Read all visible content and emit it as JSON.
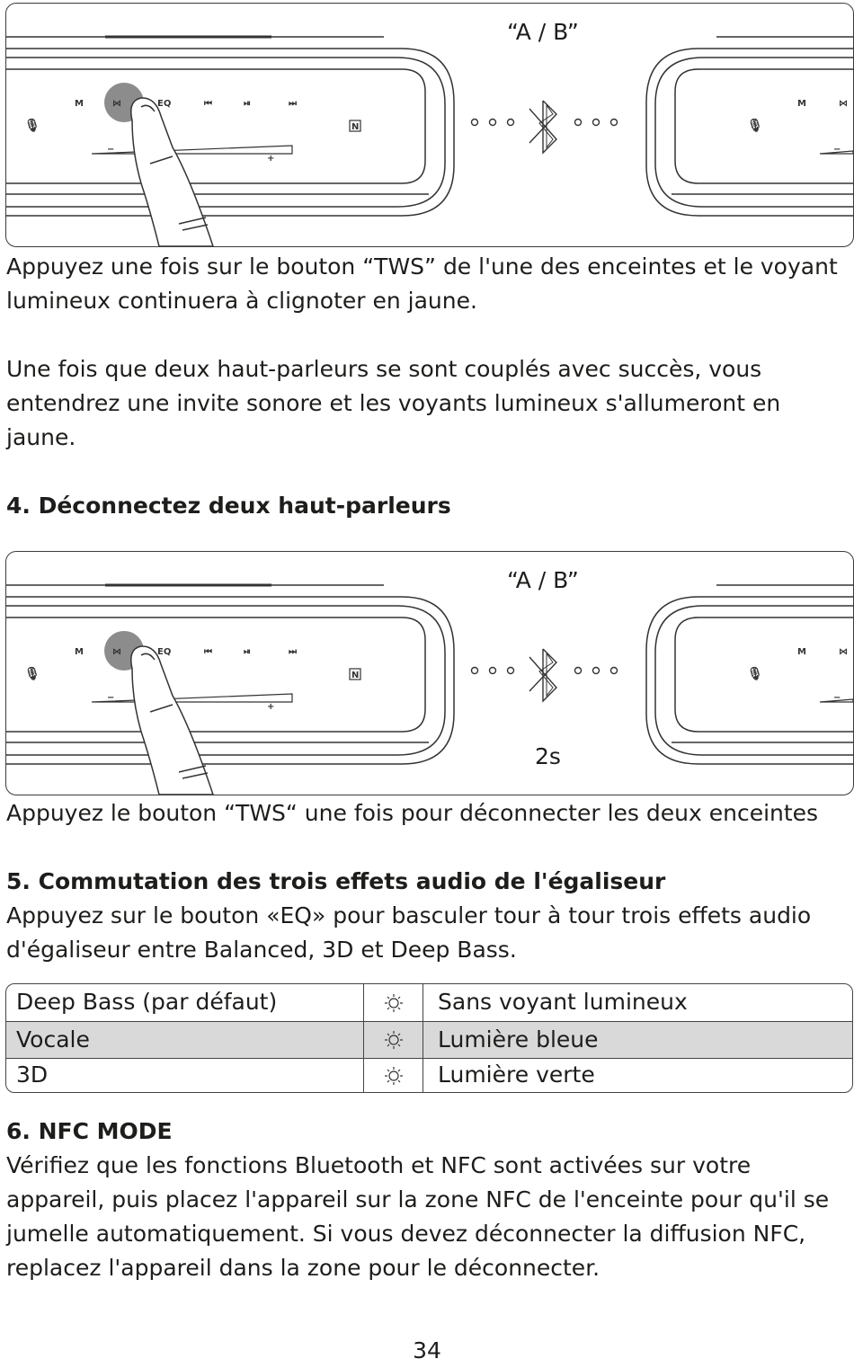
{
  "figure1": {
    "label_ab": "“A / B”"
  },
  "para1": "Appuyez une fois sur le bouton “TWS” de l'une des enceintes et le voyant lumineux continuera à clignoter en jaune.",
  "para2": "Une fois que deux haut-parleurs se sont couplés avec succès, vous entendrez une invite sonore et les voyants lumineux s'allumeront en jaune.",
  "section4": {
    "title": "4. Déconnectez deux haut-parleurs"
  },
  "figure2": {
    "label_ab": "“A / B”",
    "duration": "2s"
  },
  "para3": "Appuyez le bouton “TWS“ une fois pour déconnecter les deux enceintes",
  "section5": {
    "title": "5. Commutation des trois effets audio de l'égaliseur",
    "body": "Appuyez sur le bouton «EQ» pour basculer tour à tour trois effets audio d'égaliseur entre Balanced, 3D et Deep Bass."
  },
  "eq_table": {
    "rows": [
      {
        "mode": "Deep Bass (par défaut)",
        "light": "Sans voyant lumineux",
        "icon": "light-icon"
      },
      {
        "mode": "Vocale",
        "light": "Lumière bleue",
        "icon": "light-icon"
      },
      {
        "mode": "3D",
        "light": "Lumière verte",
        "icon": "light-icon"
      }
    ]
  },
  "section6": {
    "title": "6. NFC MODE",
    "body": "Vérifiez que les fonctions Bluetooth et NFC sont activées sur votre appareil, puis placez l'appareil sur la zone NFC de l'enceinte pour qu'il se jumelle automatiquement. Si vous devez déconnecter la diffusion NFC, replacez l'appareil dans la zone pour le déconnecter."
  },
  "speaker_buttons": {
    "mode": "M",
    "eq": "EQ",
    "minus": "−",
    "plus": "+",
    "nfc": "N"
  },
  "page_number": "34"
}
